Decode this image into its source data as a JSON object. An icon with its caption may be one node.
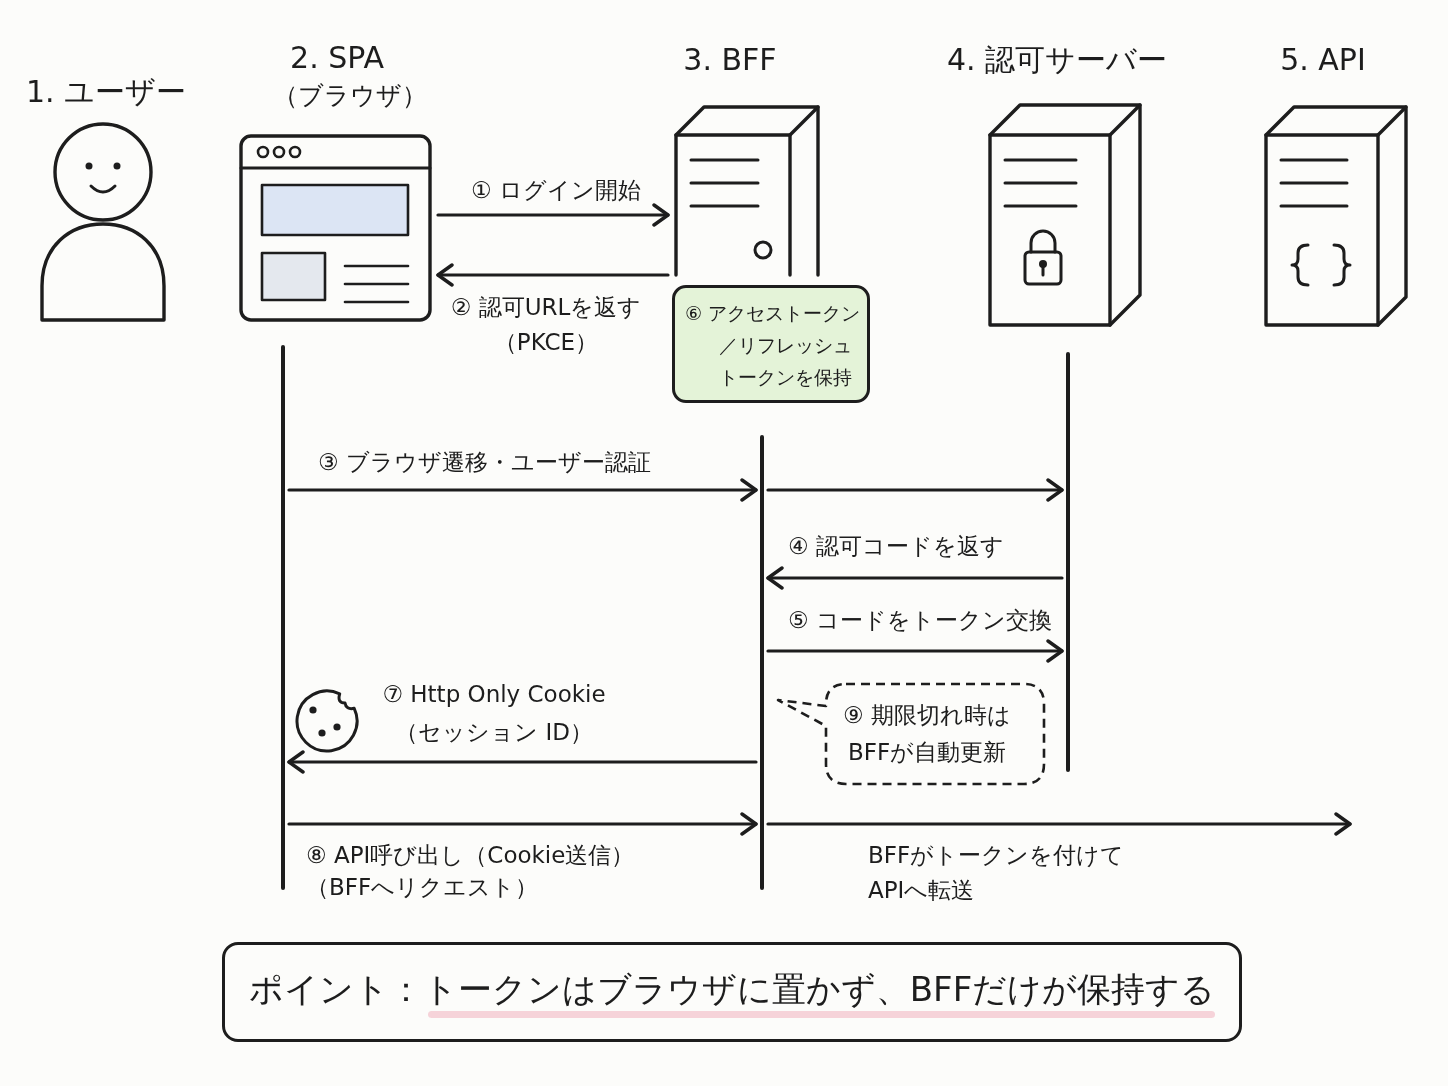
{
  "diagram": {
    "nodes": [
      {
        "text": [
          "1. ユーザー"
        ]
      },
      {
        "text": [
          "2. SPA",
          "（ブラウザ）"
        ]
      },
      {
        "text": [
          "3. BFF"
        ]
      },
      {
        "text": [
          "4. 認可サーバー"
        ]
      },
      {
        "text": [
          "5. API"
        ]
      },
      {
        "text": [
          "⑥ アクセストークン／リフレッシュトークンを保持"
        ]
      },
      {
        "text": [],
        "shape": "line"
      },
      {
        "text": [],
        "shape": "line"
      },
      {
        "text": [],
        "shape": "line"
      },
      {
        "text": [
          "⑨ 期限切れ時はBFFが自動更新"
        ]
      },
      {
        "text": [
          "ポイント：トークンはブラウザに置かず、BFFだけが保持する"
        ]
      }
    ],
    "edges": [
      {
        "from": 1,
        "to": 2,
        "arrow": "to",
        "label": "① ログイン開始"
      },
      {
        "from": 2,
        "to": 1,
        "arrow": "to",
        "label": "② 認可URLを返す（PKCE）"
      },
      {
        "from": 6,
        "to": 7,
        "arrow": "to",
        "label": "③ ブラウザ遷移・ユーザー認証"
      },
      {
        "from": 7,
        "to": 8,
        "arrow": "to"
      },
      {
        "from": 8,
        "to": 7,
        "arrow": "to",
        "label": "④ 認可コードを返す"
      },
      {
        "from": 7,
        "to": 8,
        "arrow": "to",
        "label": "⑤ コードをトークン交換"
      },
      {
        "from": 7,
        "to": 6,
        "arrow": "to",
        "label": "⑦ Http Only Cookie（セッション ID）"
      },
      {
        "from": 6,
        "to": 7,
        "arrow": "to",
        "label": "⑧ API呼び出し（Cookie送信）（BFFへリクエスト）"
      },
      {
        "from": 7,
        "to": null,
        "arrow": "to",
        "label": "BFFがトークンを付けてAPIへ転送"
      }
    ]
  }
}
